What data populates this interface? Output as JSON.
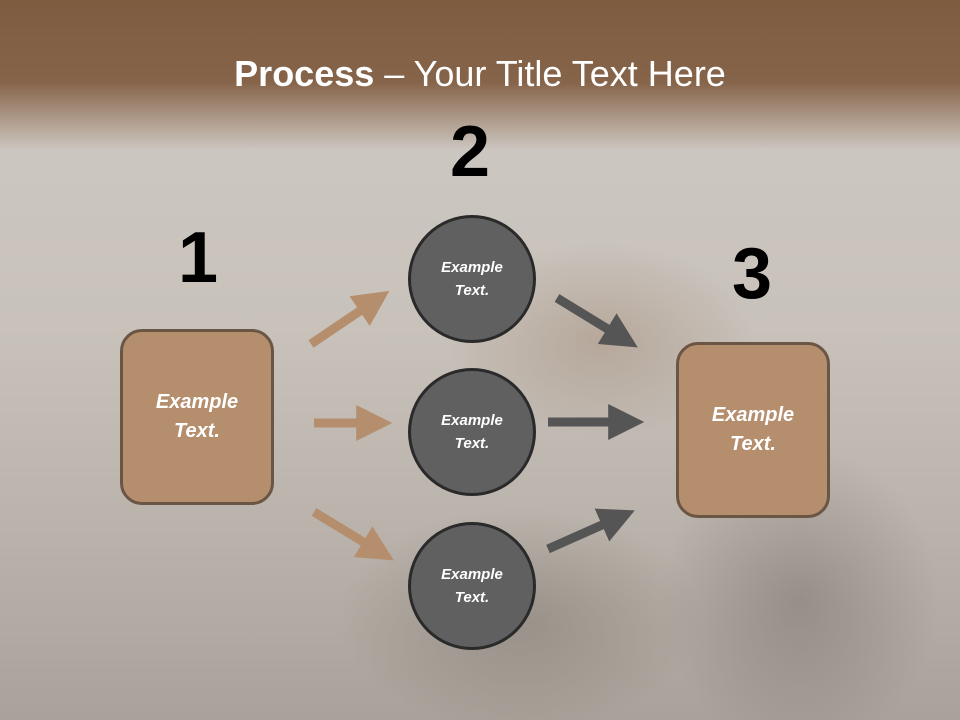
{
  "title": {
    "bold": "Process",
    "rest": " – Your Title Text Here"
  },
  "steps": {
    "one": "1",
    "two": "2",
    "three": "3"
  },
  "nodes": {
    "left_box": "Example Text.",
    "circle_top": "Example Text.",
    "circle_middle": "Example Text.",
    "circle_bottom": "Example Text.",
    "right_box": "Example Text."
  },
  "colors": {
    "brown": "#b58e6d",
    "dark_gray": "#606060",
    "arrow_brown": "#b58e6d",
    "arrow_gray": "#555555"
  }
}
